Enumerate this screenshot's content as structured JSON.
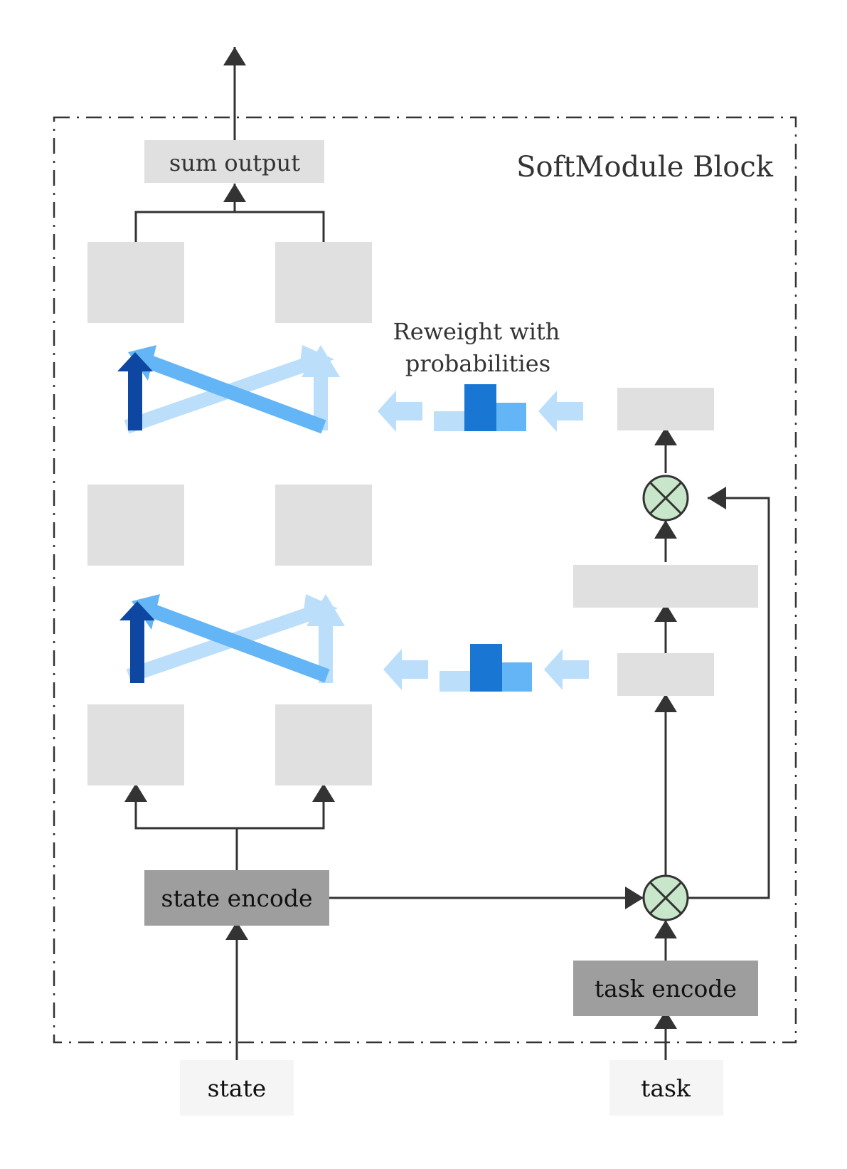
{
  "block_label": "SoftModule Block",
  "reweight_label_line1": "Reweight with",
  "reweight_label_line2": "probabilities",
  "nodes": {
    "sum_output": "sum output",
    "state_encode": "state encode",
    "task_encode": "task encode",
    "state": "state",
    "task": "task"
  },
  "colors": {
    "module_box": "#e0e0e0",
    "encode_box": "#9e9e9e",
    "input_box": "#f5f5f5",
    "line": "#333333",
    "multiply_fill": "#c8e6c9",
    "blue_dark": "#0d47a1",
    "blue_mid": "#1976d2",
    "blue_light": "#64b5f6",
    "blue_pale": "#bbdefb"
  },
  "operator_symbol": "multiply"
}
